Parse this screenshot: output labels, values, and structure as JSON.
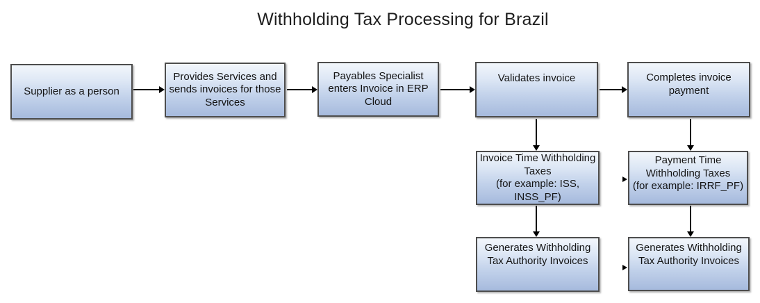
{
  "title": "Withholding Tax Processing for Brazil",
  "nodes": {
    "supplier": {
      "label": "Supplier as a person"
    },
    "provides_services": {
      "label": "Provides Services and\nsends invoices for those\nServices"
    },
    "payables_specialist": {
      "label": "Payables Specialist\nenters Invoice in ERP\nCloud"
    },
    "validates_invoice": {
      "label": "Validates invoice"
    },
    "completes_payment": {
      "label": "Completes invoice\npayment"
    },
    "invoice_time_withholding": {
      "label": "Invoice Time Withholding\nTaxes\n(for example: ISS,\nINSS_PF)"
    },
    "payment_time_withholding": {
      "label": "Payment Time\nWithholding Taxes\n(for example: IRRF_PF)"
    },
    "generates_tax_authority_left": {
      "label": "Generates Withholding\nTax Authority Invoices"
    },
    "generates_tax_authority_right": {
      "label": "Generates Withholding\nTax Authority Invoices"
    }
  },
  "colors": {
    "background": "#ffffff",
    "node_fill_top": "#f2f6fb",
    "node_fill_mid": "#c1d1ea",
    "node_fill_bottom": "#a6badd",
    "node_border": "#4d4d4d",
    "connector": "#000000",
    "text": "#141414",
    "title_text": "#1f1f1f"
  }
}
